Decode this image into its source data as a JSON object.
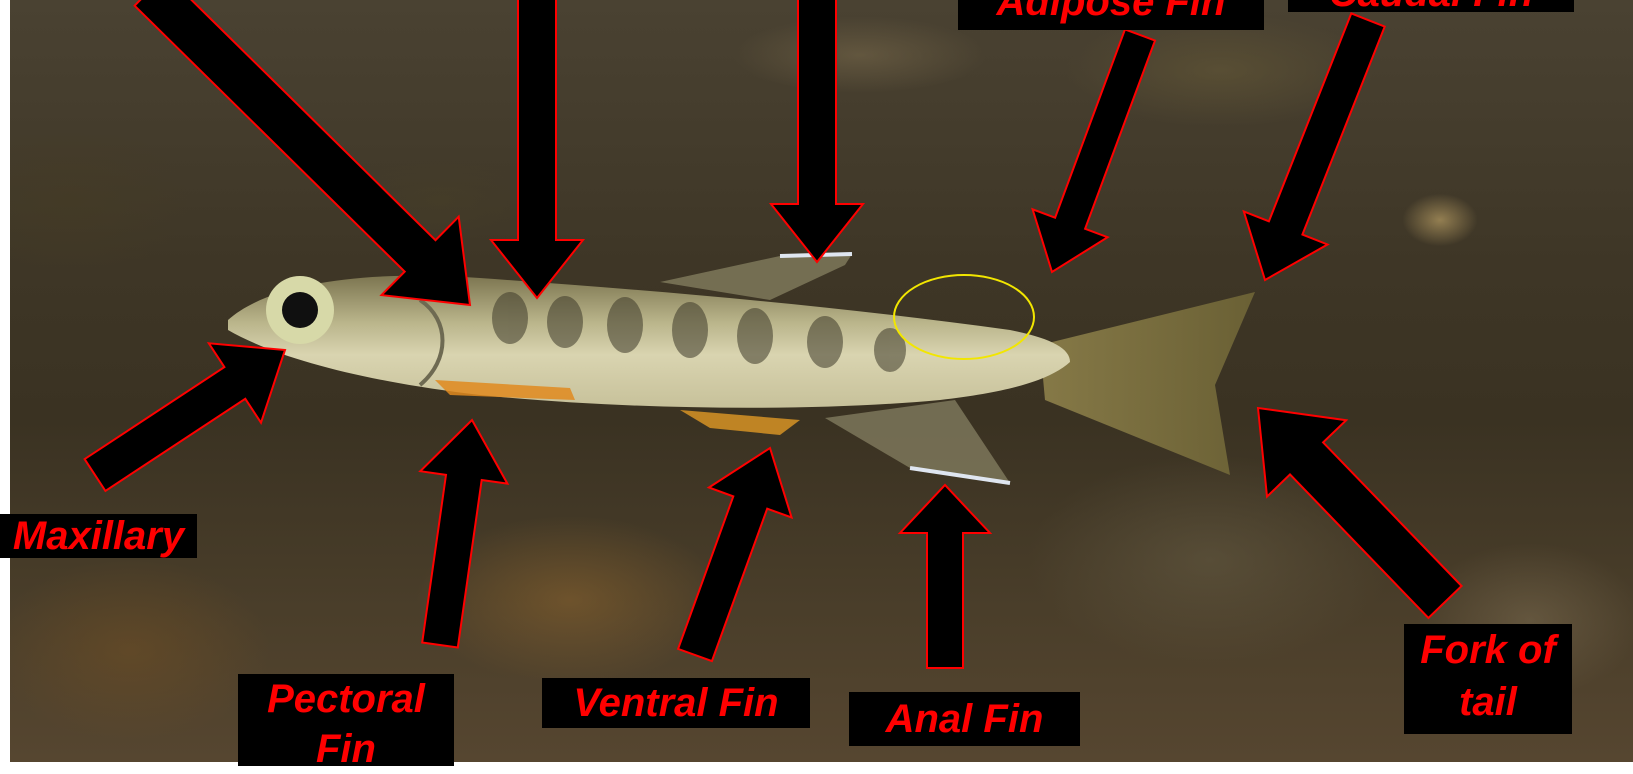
{
  "labels": {
    "maxillary": "Maxillary",
    "pectoral_fin": "Pectoral Fin",
    "ventral_fin": "Ventral Fin",
    "anal_fin": "Anal Fin",
    "fork_of_tail": "Fork of tail",
    "adipose_fin": "Adipose Fin",
    "caudal_fin": "Caudal Fin"
  },
  "colors": {
    "label_text": "#ff0000",
    "label_background": "#000000",
    "arrow_fill": "#000000",
    "arrow_outline": "#ff0000",
    "adipose_highlight": "#f2e600"
  },
  "icons": [
    "arrow-icon"
  ]
}
